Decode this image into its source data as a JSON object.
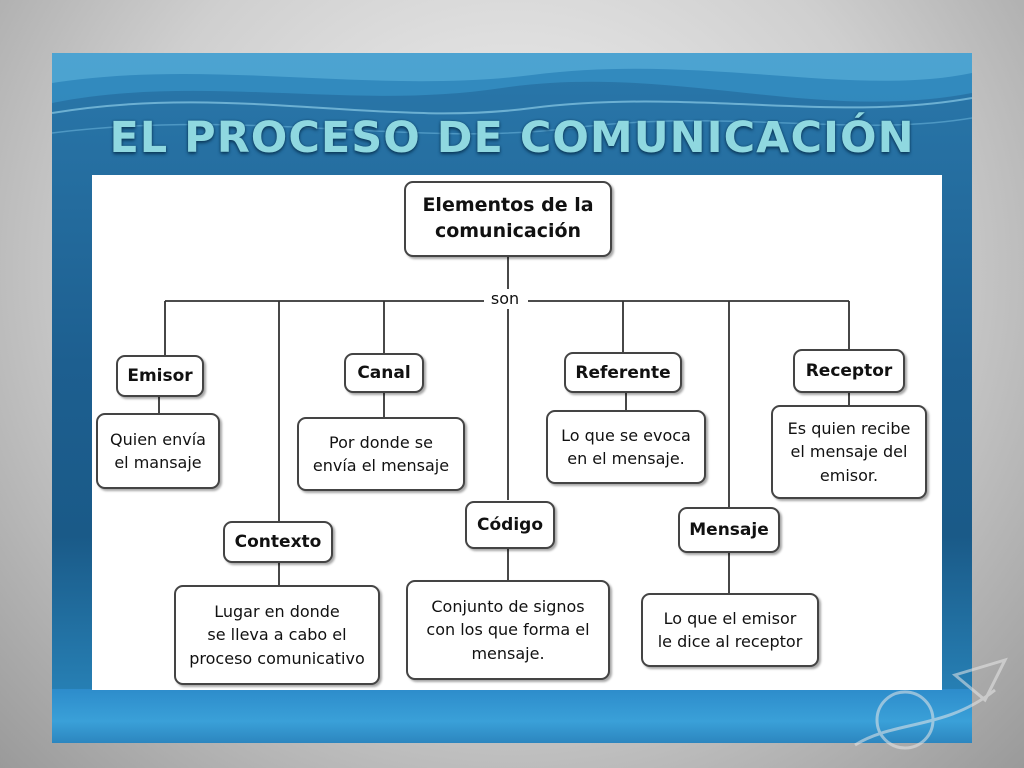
{
  "slide": {
    "title": "EL PROCESO DE COMUNICACIÓN",
    "colors": {
      "slide_bg": "#1d5f90",
      "title": "#8fd8e0",
      "panel": "#ffffff",
      "box_border": "#444444"
    }
  },
  "diagram": {
    "root": "Elementos de la\ncomunicación",
    "connector": "son",
    "elements": [
      {
        "concept": "Emisor",
        "description": "Quien envía\nel mansaje"
      },
      {
        "concept": "Contexto",
        "description": "Lugar en donde\nse lleva a cabo el\nproceso comunicativo"
      },
      {
        "concept": "Canal",
        "description": "Por donde se\nenvía el mensaje"
      },
      {
        "concept": "Código",
        "description": "Conjunto de signos\ncon los que forma el\nmensaje."
      },
      {
        "concept": "Referente",
        "description": "Lo que se evoca\nen el mensaje."
      },
      {
        "concept": "Mensaje",
        "description": "Lo que el emisor\nle dice al receptor"
      },
      {
        "concept": "Receptor",
        "description": "Es quien recibe\nel mensaje del\nemisor."
      }
    ]
  }
}
